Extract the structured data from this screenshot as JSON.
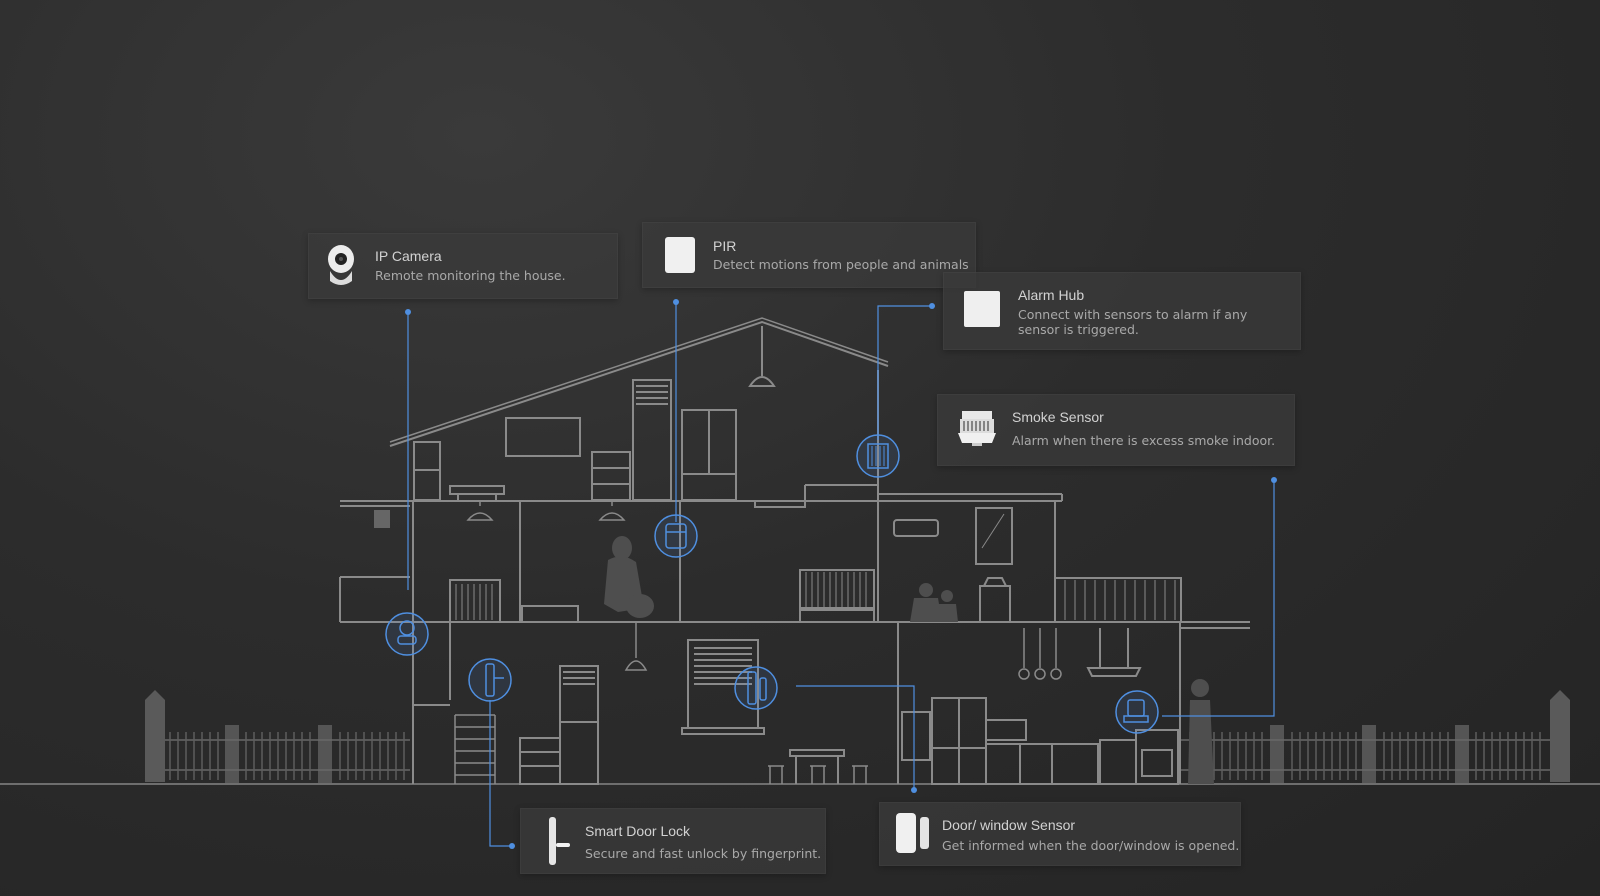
{
  "colors": {
    "line": "#8a8a8a",
    "accent": "#4f8fe0",
    "card": "#3a3a3a",
    "title": "#d2d2d2",
    "desc": "#a9a9a9"
  },
  "devices": {
    "ip_camera": {
      "title": "IP Camera",
      "desc": "Remote monitoring the house.",
      "icon": "ip-camera-icon"
    },
    "pir": {
      "title": "PIR",
      "desc": "Detect motions from people and animals",
      "icon": "pir-sensor-icon"
    },
    "alarm_hub": {
      "title": "Alarm Hub",
      "desc": "Connect with sensors to alarm if any sensor is triggered.",
      "icon": "alarm-hub-icon"
    },
    "smoke_sensor": {
      "title": "Smoke Sensor",
      "desc": "Alarm when there is excess smoke indoor.",
      "icon": "smoke-sensor-icon"
    },
    "door_lock": {
      "title": "Smart Door Lock",
      "desc": "Secure and fast unlock by fingerprint.",
      "icon": "door-lock-icon"
    },
    "door_sensor": {
      "title": "Door/ window Sensor",
      "desc": "Get informed when the door/window is opened.",
      "icon": "door-window-sensor-icon"
    }
  }
}
